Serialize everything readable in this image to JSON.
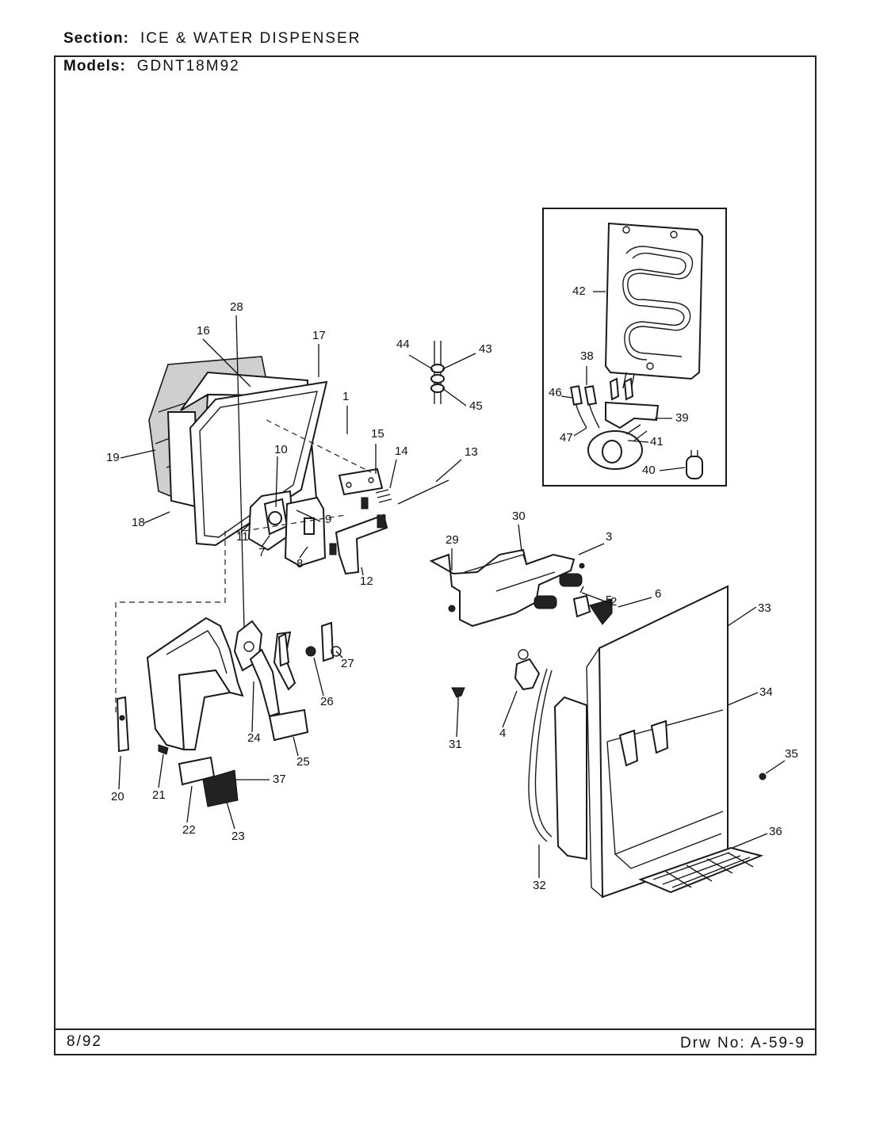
{
  "header": {
    "section_label": "Section:",
    "section_value": "ICE & WATER DISPENSER",
    "models_label": "Models:",
    "models_value": "GDNT18M92"
  },
  "footer": {
    "date": "8/92",
    "drawing_number": "Drw No:  A-59-9"
  },
  "callouts": [
    "1",
    "2",
    "3",
    "4",
    "5",
    "6",
    "7",
    "8",
    "9",
    "10",
    "11",
    "12",
    "13",
    "14",
    "15",
    "16",
    "17",
    "18",
    "19",
    "20",
    "21",
    "22",
    "23",
    "24",
    "25",
    "26",
    "27",
    "28",
    "29",
    "30",
    "31",
    "32",
    "33",
    "34",
    "35",
    "36",
    "37",
    "38",
    "39",
    "40",
    "41",
    "42",
    "43",
    "44",
    "45",
    "46",
    "47"
  ]
}
